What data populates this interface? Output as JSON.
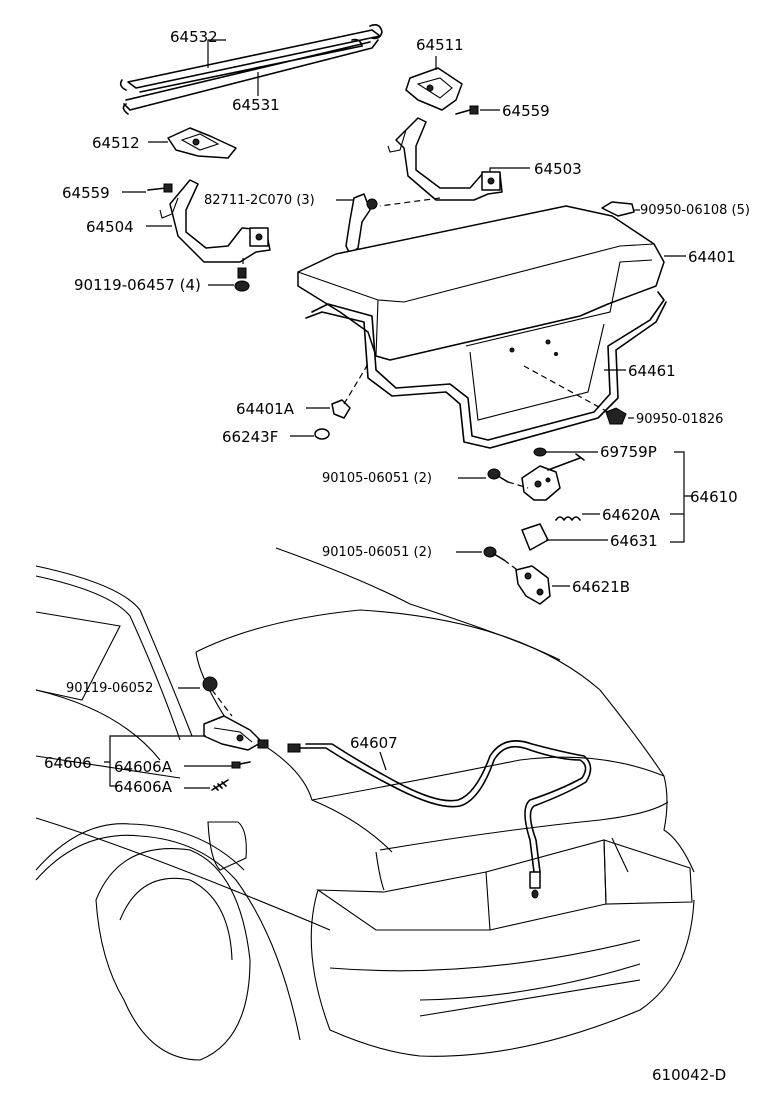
{
  "diagram": {
    "figure_code": "610042-D",
    "labels": {
      "p64532": "64532",
      "p64531": "64531",
      "p64511": "64511",
      "p64559_right": "64559",
      "p64512": "64512",
      "p64503": "64503",
      "p64559_left": "64559",
      "p82711": "82711-2C070 (3)",
      "p90950_06108": "90950-06108 (5)",
      "p64504": "64504",
      "p64401": "64401",
      "p90119_06457": "90119-06457 (4)",
      "p64461": "64461",
      "p64401A": "64401A",
      "p90950_01826": "90950-01826",
      "p66243F": "66243F",
      "p69759P": "69759P",
      "p90105_06051_a": "90105-06051 (2)",
      "p64610": "64610",
      "p64620A": "64620A",
      "p64631": "64631",
      "p90105_06051_b": "90105-06051 (2)",
      "p64621B": "64621B",
      "p90119_06052": "90119-06052",
      "p64607": "64607",
      "p64606": "64606",
      "p64606A_1": "64606A",
      "p64606A_2": "64606A"
    }
  }
}
